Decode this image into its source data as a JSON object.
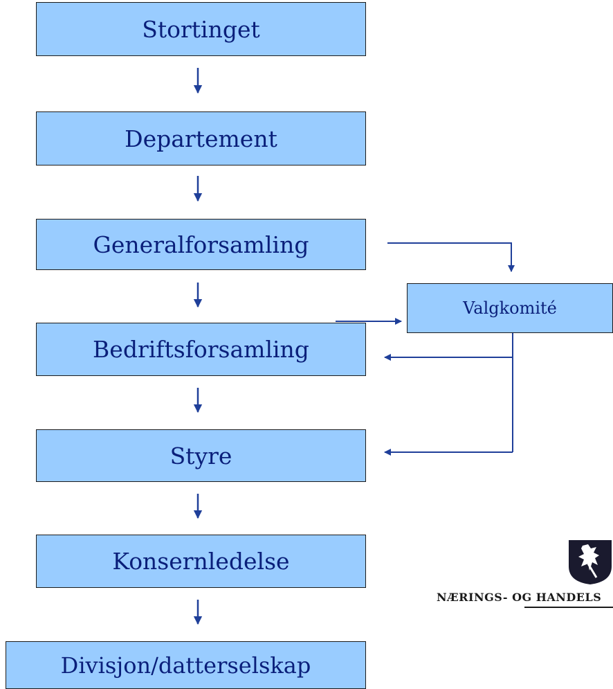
{
  "diagram": {
    "nodes": [
      {
        "id": "stortinget",
        "label": "Stortinget"
      },
      {
        "id": "departement",
        "label": "Departement"
      },
      {
        "id": "generalforsamling",
        "label": "Generalforsamling"
      },
      {
        "id": "bedriftsforsamling",
        "label": "Bedriftsforsamling"
      },
      {
        "id": "styre",
        "label": "Styre"
      },
      {
        "id": "konsernledelse",
        "label": "Konsernledelse"
      },
      {
        "id": "divisjon",
        "label": "Divisjon/datterselskap"
      },
      {
        "id": "valgkomite",
        "label": "Valgkomité"
      }
    ],
    "edges": [
      {
        "from": "stortinget",
        "to": "departement"
      },
      {
        "from": "departement",
        "to": "generalforsamling"
      },
      {
        "from": "generalforsamling",
        "to": "bedriftsforsamling"
      },
      {
        "from": "bedriftsforsamling",
        "to": "styre"
      },
      {
        "from": "styre",
        "to": "konsernledelse"
      },
      {
        "from": "konsernledelse",
        "to": "divisjon"
      },
      {
        "from": "generalforsamling",
        "to": "valgkomite"
      },
      {
        "from": "bedriftsforsamling",
        "to": "valgkomite"
      },
      {
        "from": "valgkomite",
        "to": "bedriftsforsamling"
      },
      {
        "from": "valgkomite",
        "to": "styre"
      }
    ],
    "colors": {
      "box_fill": "#99ccff",
      "box_border": "#1a1a1a",
      "text": "#0a1f7a",
      "arrow": "#1f3f99"
    }
  },
  "logo": {
    "name": "norwegian-coat-of-arms-logo",
    "text": "NÆRINGS- OG HANDELS"
  }
}
